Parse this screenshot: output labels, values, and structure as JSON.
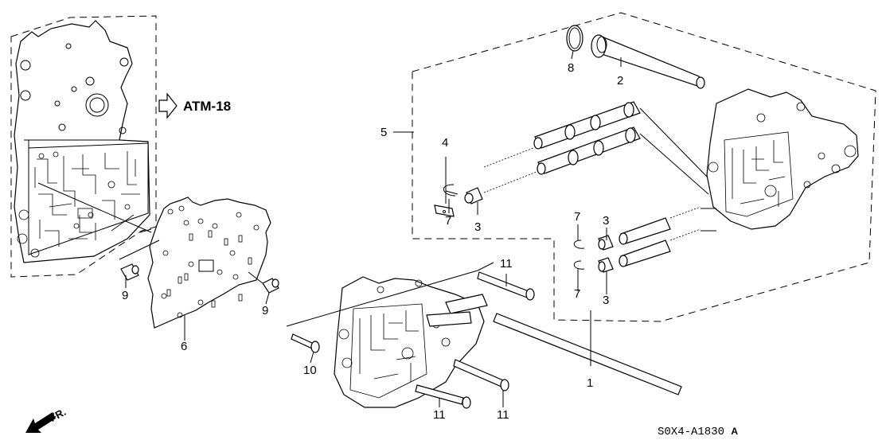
{
  "diagram": {
    "title": "Valve body exploded parts diagram",
    "reference_text": "ATM-18",
    "reference_icon": "outline-right-arrow-icon",
    "direction_marker": {
      "label": "FR.",
      "icon": "solid-arrow-down-left-icon"
    },
    "drawing_code": {
      "code": "S0X4-A1830",
      "suffix": "A"
    },
    "callouts": [
      {
        "id": "c1",
        "number": "1"
      },
      {
        "id": "c2",
        "number": "2"
      },
      {
        "id": "c3a",
        "number": "3"
      },
      {
        "id": "c3b",
        "number": "3"
      },
      {
        "id": "c3c",
        "number": "3"
      },
      {
        "id": "c4",
        "number": "4"
      },
      {
        "id": "c5",
        "number": "5"
      },
      {
        "id": "c6",
        "number": "6"
      },
      {
        "id": "c7a",
        "number": "7"
      },
      {
        "id": "c7b",
        "number": "7"
      },
      {
        "id": "c7c",
        "number": "7"
      },
      {
        "id": "c8",
        "number": "8"
      },
      {
        "id": "c9a",
        "number": "9"
      },
      {
        "id": "c9b",
        "number": "9"
      },
      {
        "id": "c10",
        "number": "10"
      },
      {
        "id": "c11a",
        "number": "11"
      },
      {
        "id": "c11b",
        "number": "11"
      },
      {
        "id": "c11c",
        "number": "11"
      }
    ]
  }
}
